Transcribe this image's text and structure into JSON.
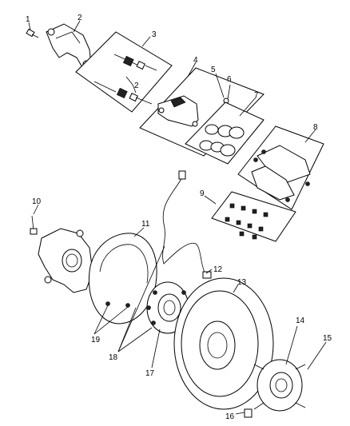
{
  "callouts": [
    {
      "id": "c1",
      "label": "1"
    },
    {
      "id": "c2a",
      "label": "2"
    },
    {
      "id": "c2b",
      "label": "2"
    },
    {
      "id": "c3",
      "label": "3"
    },
    {
      "id": "c4",
      "label": "4"
    },
    {
      "id": "c5",
      "label": "5"
    },
    {
      "id": "c6",
      "label": "6"
    },
    {
      "id": "c7",
      "label": "7"
    },
    {
      "id": "c8",
      "label": "8"
    },
    {
      "id": "c9",
      "label": "9"
    },
    {
      "id": "c10",
      "label": "10"
    },
    {
      "id": "c11",
      "label": "11"
    },
    {
      "id": "c12",
      "label": "12"
    },
    {
      "id": "c13",
      "label": "13"
    },
    {
      "id": "c14",
      "label": "14"
    },
    {
      "id": "c15",
      "label": "15"
    },
    {
      "id": "c16",
      "label": "16"
    },
    {
      "id": "c17",
      "label": "17"
    },
    {
      "id": "c18",
      "label": "18"
    },
    {
      "id": "c19",
      "label": "19"
    }
  ]
}
